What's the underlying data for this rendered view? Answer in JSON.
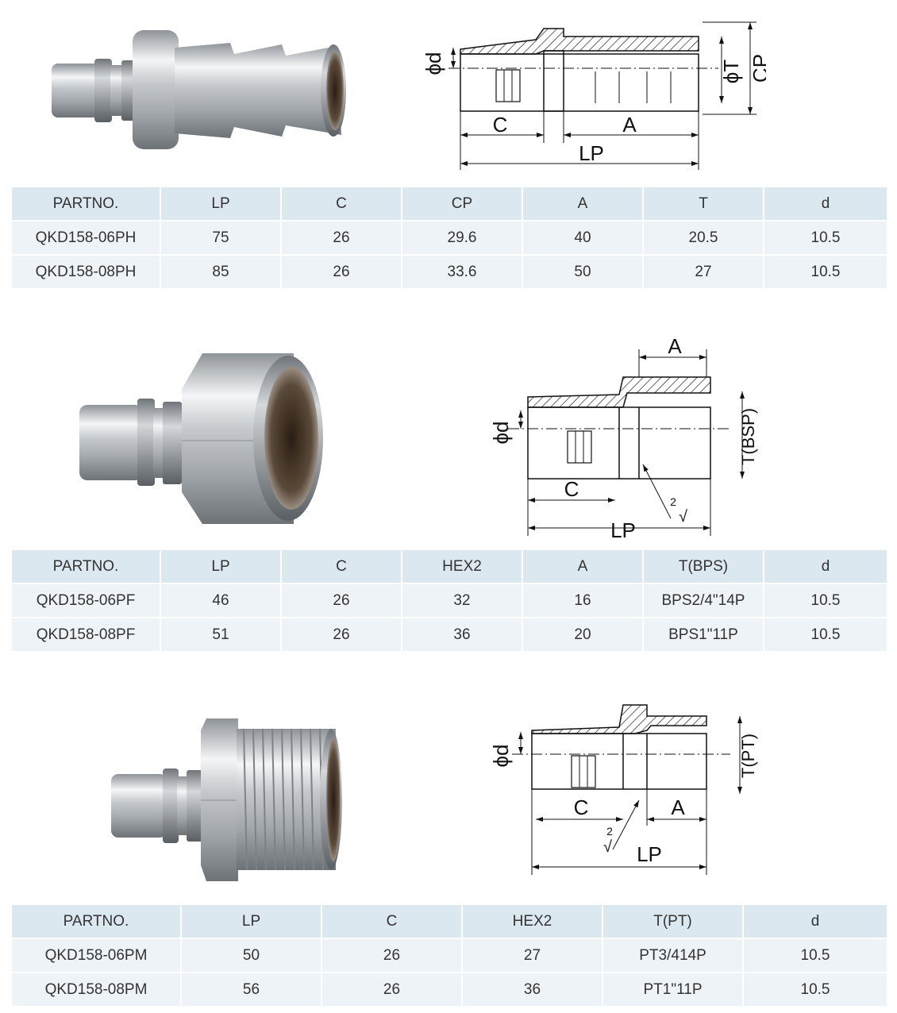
{
  "products": [
    {
      "diagram_labels": {
        "d": "ϕd",
        "t": "ϕT",
        "cp": "CP",
        "c": "C",
        "a": "A",
        "lp": "LP"
      },
      "table": {
        "headers": [
          "PARTNO.",
          "LP",
          "C",
          "CP",
          "A",
          "T",
          "d"
        ],
        "rows": [
          [
            "QKD158-06PH",
            "75",
            "26",
            "29.6",
            "40",
            "20.5",
            "10.5"
          ],
          [
            "QKD158-08PH",
            "85",
            "26",
            "33.6",
            "50",
            "27",
            "10.5"
          ]
        ]
      }
    },
    {
      "diagram_labels": {
        "d": "ϕd",
        "a": "A",
        "t": "T(BSP)",
        "c": "C",
        "lp": "LP",
        "hex": "2"
      },
      "table": {
        "headers": [
          "PARTNO.",
          "LP",
          "C",
          "HEX2",
          "A",
          "T(BPS)",
          "d"
        ],
        "rows": [
          [
            "QKD158-06PF",
            "46",
            "26",
            "32",
            "16",
            "BPS2/4\"14P",
            "10.5"
          ],
          [
            "QKD158-08PF",
            "51",
            "26",
            "36",
            "20",
            "BPS1\"11P",
            "10.5"
          ]
        ]
      }
    },
    {
      "diagram_labels": {
        "d": "ϕd",
        "t": "T(PT)",
        "c": "C",
        "a": "A",
        "lp": "LP",
        "hex": "2"
      },
      "table": {
        "headers": [
          "PARTNO.",
          "LP",
          "C",
          "HEX2",
          "T(PT)",
          "d"
        ],
        "rows": [
          [
            "QKD158-06PM",
            "50",
            "26",
            "27",
            "PT3/414P",
            "10.5"
          ],
          [
            "QKD158-08PM",
            "56",
            "26",
            "36",
            "PT1\"11P",
            "10.5"
          ]
        ]
      }
    }
  ]
}
